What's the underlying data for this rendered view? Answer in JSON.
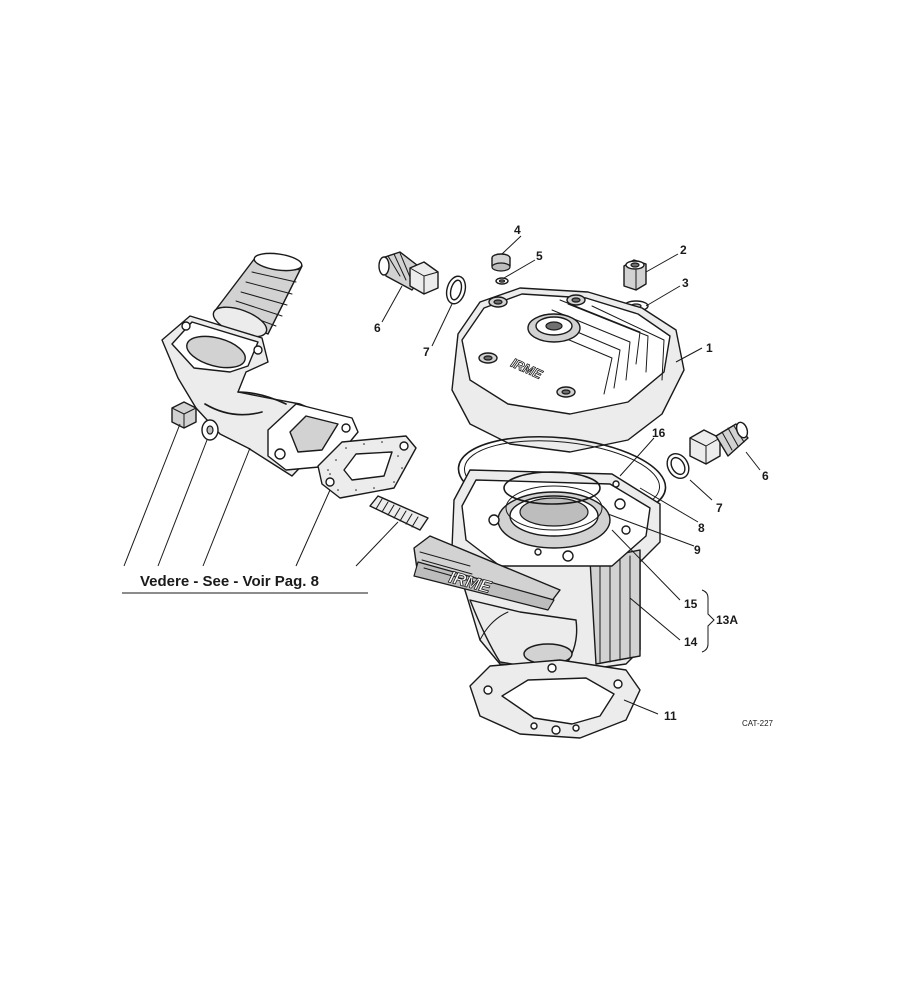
{
  "diagram": {
    "see_note": "Vedere - See - Voir Pag. 8",
    "drawing_code": "CAT-227",
    "brand_label": "IRME",
    "callouts": {
      "p1": "1",
      "p2": "2",
      "p3": "3",
      "p4": "4",
      "p5": "5",
      "p6_left": "6",
      "p7_left": "7",
      "p6_right": "6",
      "p7_right": "7",
      "p8": "8",
      "p9": "9",
      "p11": "11",
      "p13a": "13A",
      "p14": "14",
      "p15": "15",
      "p16": "16"
    },
    "colors": {
      "ink": "#1a1a1a",
      "shade": "#d2d2d2",
      "paper": "#ffffff"
    }
  }
}
